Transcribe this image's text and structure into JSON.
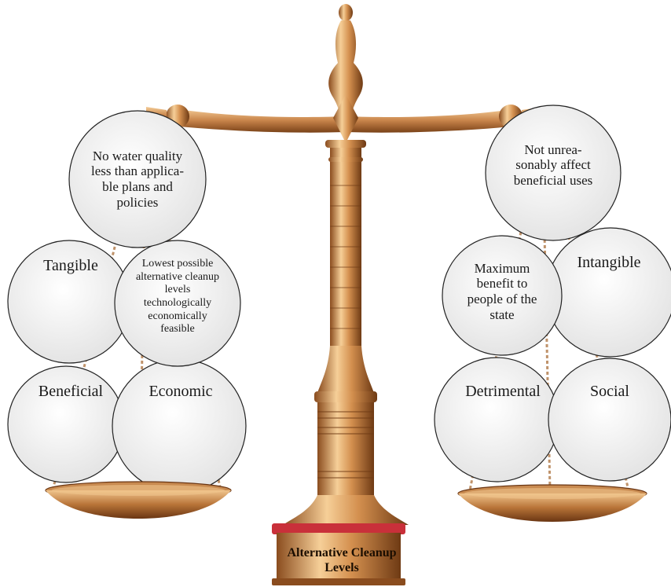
{
  "base_label": "Alternative Cleanup Levels",
  "left_side": {
    "top": "No water quality less than applica-ble plans and policies",
    "upper_left": "Tangible",
    "upper_right": "Lowest possible alternative cleanup levels technologically economically feasible",
    "lower_left": "Beneficial",
    "lower_right": "Economic"
  },
  "right_side": {
    "top": "Not unrea-sonably affect beneficial uses",
    "upper_left": "Maximum benefit to people of the state",
    "upper_right": "Intangible",
    "lower_left": "Detrimental",
    "lower_right": "Social"
  },
  "colors": {
    "brass_light": "#f3c88f",
    "brass_mid": "#c8844a",
    "brass_dark": "#7a4218",
    "bubble_fill": "#f2f2f2",
    "bubble_stroke": "#222222"
  }
}
